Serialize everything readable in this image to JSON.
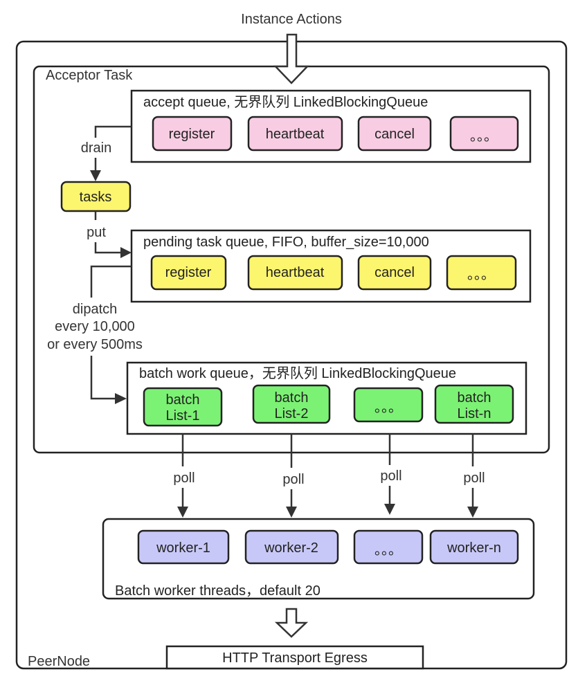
{
  "top_label": "Instance Actions",
  "peer_node": "PeerNode",
  "acceptor_task": "Acceptor Task",
  "accept_queue": {
    "title": "accept queue, 无界队列 LinkedBlockingQueue",
    "items": [
      "register",
      "heartbeat",
      "cancel",
      "。。。"
    ],
    "color": "#f8cde3"
  },
  "drain_label": "drain",
  "tasks_label": "tasks",
  "put_label": "put",
  "pending_queue": {
    "title": "pending task queue, FIFO, buffer_size=10,000",
    "items": [
      "register",
      "heartbeat",
      "cancel",
      "。。。"
    ],
    "color": "#fcf56e"
  },
  "dispatch_label": {
    "line1": "dipatch",
    "line2": "every 10,000",
    "line3": "or every 500ms"
  },
  "batch_queue": {
    "title": "batch work queue，无界队列 LinkedBlockingQueue",
    "items": [
      {
        "line1": "batch",
        "line2": "List-1"
      },
      {
        "line1": "batch",
        "line2": "List-2"
      },
      {
        "line1": "。。。",
        "line2": ""
      },
      {
        "line1": "batch",
        "line2": "List-n"
      }
    ],
    "color": "#7cf274"
  },
  "poll_labels": [
    "poll",
    "poll",
    "poll",
    "poll"
  ],
  "workers": {
    "title": "Batch worker threads，default 20",
    "items": [
      "worker-1",
      "worker-2",
      "。。。",
      "worker-n"
    ],
    "color": "#c8c8f8"
  },
  "egress": "HTTP Transport Egress"
}
